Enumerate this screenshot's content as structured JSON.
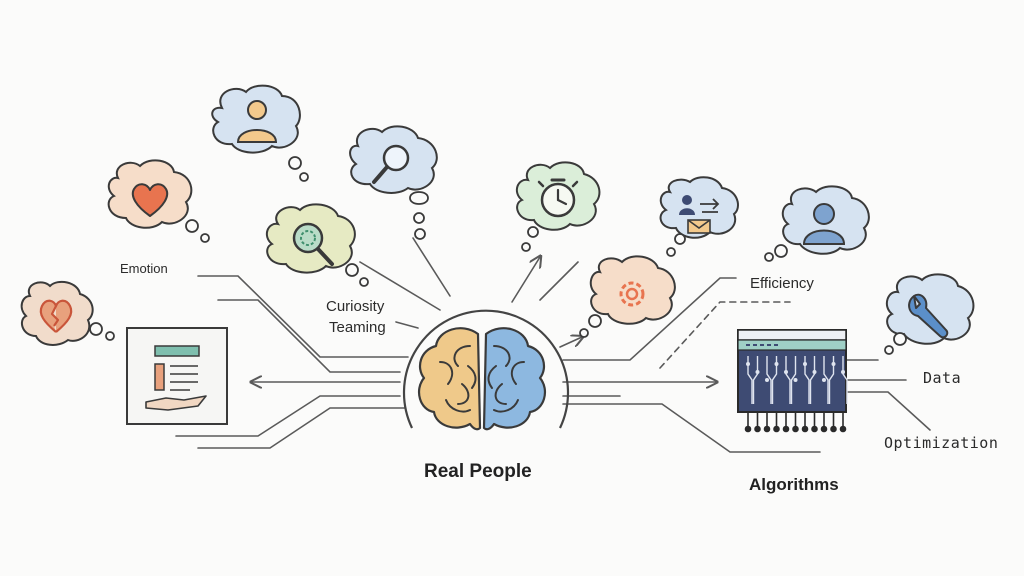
{
  "labels": {
    "emotion": "Emotion",
    "curiosity": "Curiosity",
    "teaming": "Teaming",
    "efficiency": "Efficiency",
    "data": "Data",
    "optimization": "Optimization",
    "real_people": "Real People",
    "algorithms": "Algorithms"
  },
  "colors": {
    "line": "#5a5a5a",
    "orange": "#f1dccb",
    "orange_icon": "#e8744f",
    "peach": "#f6ddc9",
    "yellow_green": "#e6eac3",
    "green": "#dbeed9",
    "blue": "#d6e3f1",
    "brain_left": "#efc98a",
    "brain_right": "#8db8e0",
    "chip": "#3e4b73",
    "teal": "#7fbfae"
  },
  "icons": [
    "person-icon",
    "magnifier-icon",
    "heart-icon",
    "search-leaf-icon",
    "broken-heart-icon",
    "stopwatch-icon",
    "transfer-icon",
    "user-icon",
    "gear-icon",
    "wrench-icon",
    "document-hand-icon",
    "brain-icon",
    "circuit-chip-icon"
  ]
}
